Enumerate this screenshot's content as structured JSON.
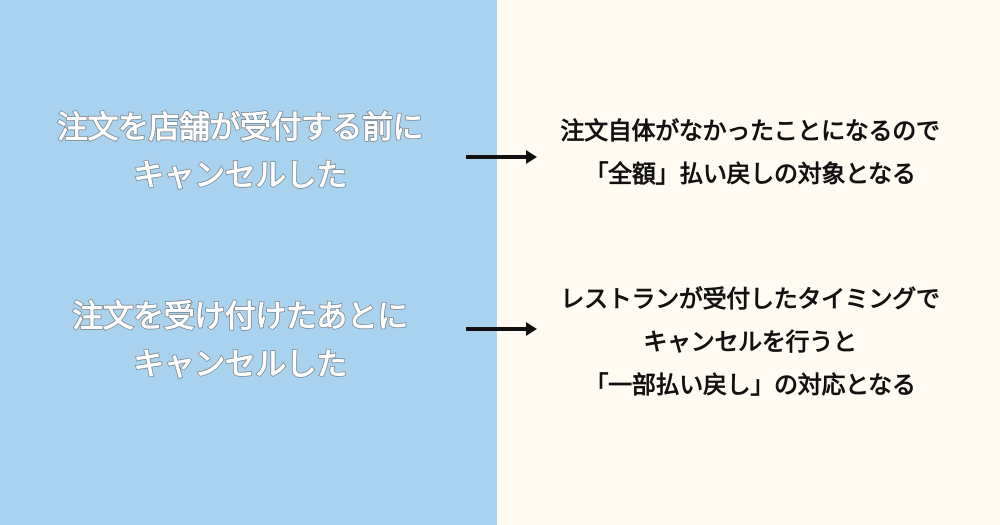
{
  "colors": {
    "left_bg": "#a9d2ee",
    "right_bg": "#fffbf2",
    "cause_text": "#ffffff",
    "cause_outline": "#6f7478",
    "result_text": "#111111",
    "arrow": "#111111"
  },
  "rows": [
    {
      "cause": {
        "lines": [
          "注文を店舗が受付する前に",
          "キャンセルした"
        ]
      },
      "arrow": "right-arrow",
      "result": {
        "lines": [
          "注文自体がなかったことになるので",
          "「全額」払い戻しの対象となる"
        ]
      }
    },
    {
      "cause": {
        "lines": [
          "注文を受け付けたあとに",
          "キャンセルした"
        ]
      },
      "arrow": "right-arrow",
      "result": {
        "lines": [
          "レストランが受付したタイミングで",
          "キャンセルを行うと",
          "「一部払い戻し」の対応となる"
        ]
      }
    }
  ]
}
